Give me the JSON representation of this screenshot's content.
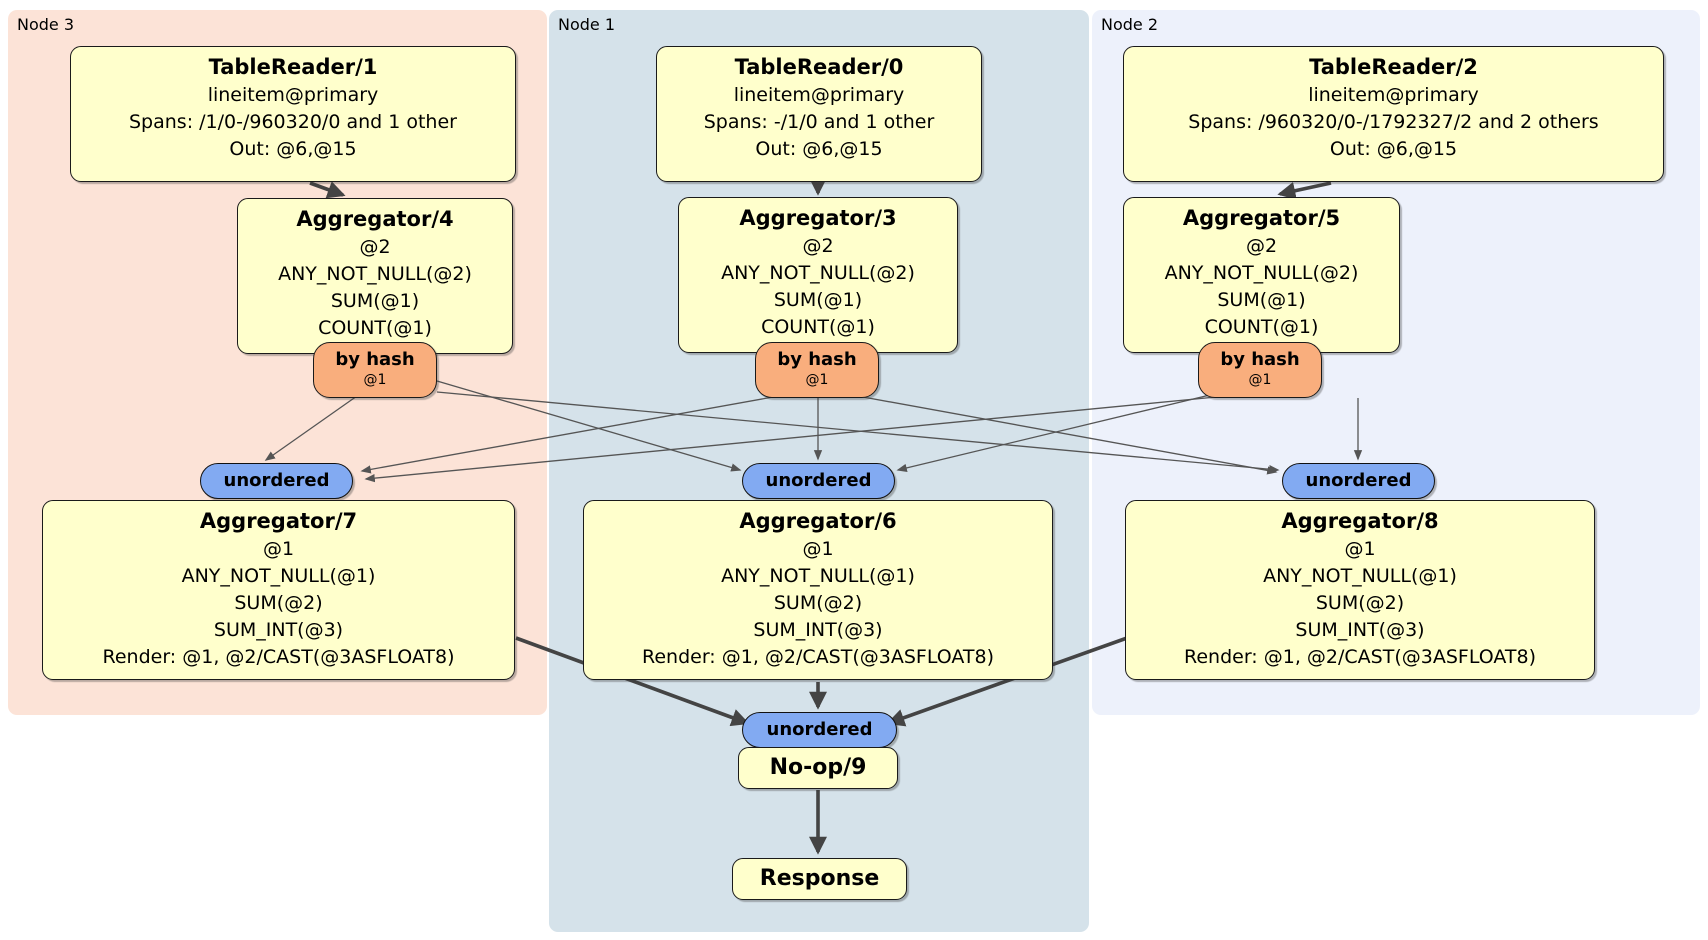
{
  "regions": {
    "node3": {
      "label": "Node 3"
    },
    "node1": {
      "label": "Node 1"
    },
    "node2": {
      "label": "Node 2"
    }
  },
  "processors": {
    "tr1": {
      "title": "TableReader/1",
      "lines": [
        "lineitem@primary",
        "Spans: /1/0-/960320/0 and 1 other",
        "Out: @6,@15"
      ]
    },
    "tr0": {
      "title": "TableReader/0",
      "lines": [
        "lineitem@primary",
        "Spans: -/1/0 and 1 other",
        "Out: @6,@15"
      ]
    },
    "tr2": {
      "title": "TableReader/2",
      "lines": [
        "lineitem@primary",
        "Spans: /960320/0-/1792327/2 and 2 others",
        "Out: @6,@15"
      ]
    },
    "agg4": {
      "title": "Aggregator/4",
      "lines": [
        "@2",
        "ANY_NOT_NULL(@2)",
        "SUM(@1)",
        "COUNT(@1)"
      ]
    },
    "agg3": {
      "title": "Aggregator/3",
      "lines": [
        "@2",
        "ANY_NOT_NULL(@2)",
        "SUM(@1)",
        "COUNT(@1)"
      ]
    },
    "agg5": {
      "title": "Aggregator/5",
      "lines": [
        "@2",
        "ANY_NOT_NULL(@2)",
        "SUM(@1)",
        "COUNT(@1)"
      ]
    },
    "agg7": {
      "title": "Aggregator/7",
      "lines": [
        "@1",
        "ANY_NOT_NULL(@1)",
        "SUM(@2)",
        "SUM_INT(@3)",
        "Render: @1, @2/CAST(@3ASFLOAT8)"
      ]
    },
    "agg6": {
      "title": "Aggregator/6",
      "lines": [
        "@1",
        "ANY_NOT_NULL(@1)",
        "SUM(@2)",
        "SUM_INT(@3)",
        "Render: @1, @2/CAST(@3ASFLOAT8)"
      ]
    },
    "agg8": {
      "title": "Aggregator/8",
      "lines": [
        "@1",
        "ANY_NOT_NULL(@1)",
        "SUM(@2)",
        "SUM_INT(@3)",
        "Render: @1, @2/CAST(@3ASFLOAT8)"
      ]
    },
    "noop": {
      "title": "No-op/9"
    },
    "response": {
      "title": "Response"
    }
  },
  "routers": {
    "label": "by hash",
    "sub": "@1"
  },
  "streams": {
    "unordered": "unordered"
  },
  "colors": {
    "node3_bg": "#fce3d7",
    "node1_bg": "#d5e2ea",
    "node2_bg": "#edf1fb",
    "processor_bg": "#ffffcc",
    "router_bg": "#f9ae7d",
    "sync_bg": "#82aaf2",
    "edge_thin": "#555555",
    "edge_thick": "#444444"
  }
}
